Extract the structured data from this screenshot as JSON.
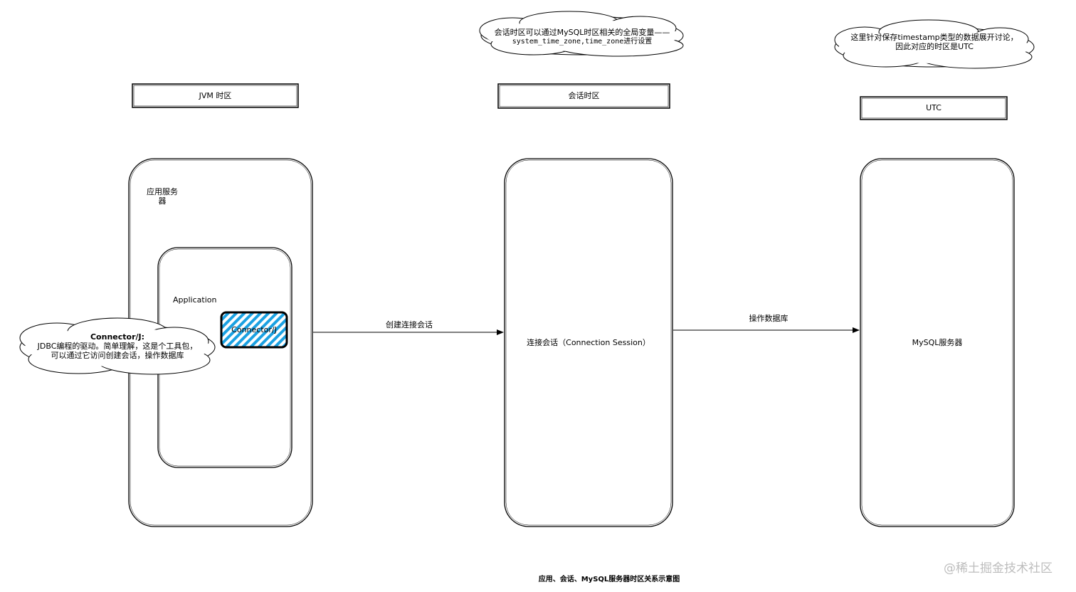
{
  "zones": {
    "jvm": "JVM 时区",
    "session": "会话时区",
    "utc": "UTC"
  },
  "app_server": {
    "line1": "应用服务",
    "line2": "器"
  },
  "application": {
    "label": "Application"
  },
  "connector": {
    "label": "Connector/J"
  },
  "connector_note": {
    "title": "Connector/J:",
    "line1": "JDBC编程的驱动。简单理解，这是个工具包，",
    "line2": "可以通过它访问创建会话，操作数据库"
  },
  "session_note": {
    "line1": "会话时区可以通过MySQL时区相关的全局变量——",
    "line2": "system_time_zone,time_zone进行设置"
  },
  "utc_note": {
    "line1": "这里针对保存timestamp类型的数据展开讨论，",
    "line2": "因此对应的时区是UTC"
  },
  "edges": {
    "create_session": "创建连接会话",
    "operate_db": "操作数据库"
  },
  "connection_session": {
    "label": "连接会话（Connection Session）"
  },
  "mysql_server": {
    "label": "MySQL服务器"
  },
  "caption": "应用、会话、MySQL服务器时区关系示意图",
  "watermark": "@稀土掘金技术社区",
  "colors": {
    "hatch": "#1ba1e2",
    "stroke": "#000000"
  }
}
